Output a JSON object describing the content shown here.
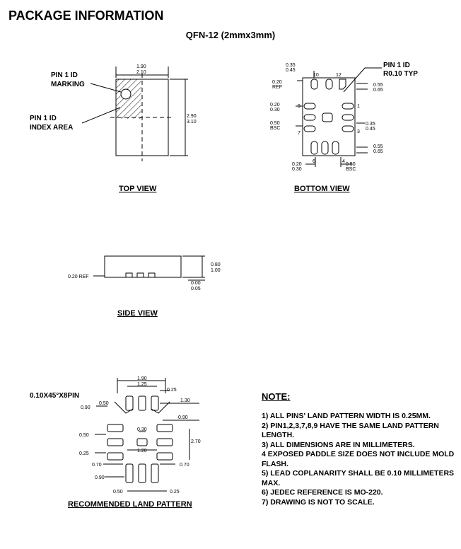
{
  "title": "PACKAGE INFORMATION",
  "package": "QFN-12 (2mmx3mm)",
  "top_view": {
    "title": "TOP VIEW",
    "pin1_marking": [
      "PIN 1 ID",
      "MARKING"
    ],
    "pin1_index": [
      "PIN 1 ID",
      "INDEX AREA"
    ],
    "width_dims": [
      "1.90",
      "2.10"
    ],
    "height_dims": [
      "2.90",
      "3.10"
    ]
  },
  "bottom_view": {
    "title": "BOTTOM VIEW",
    "pin1_label": [
      "PIN 1 ID",
      "R0.10 TYP"
    ],
    "dims": {
      "top_pad": [
        "0.35",
        "0.45"
      ],
      "ref": [
        "0.20",
        "REF"
      ],
      "pitch_left": [
        "0.20",
        "0.30"
      ],
      "bsc_left": [
        "0.50",
        "BSC"
      ],
      "right_top": [
        "0.55",
        "0.65"
      ],
      "right_mid": [
        "0.35",
        "0.45"
      ],
      "right_bot": [
        "0.55",
        "0.65"
      ],
      "bottom_left": [
        "0.20",
        "0.30"
      ],
      "bottom_right": [
        "0.50",
        "BSC"
      ]
    },
    "pins": {
      "p10": "10",
      "p12": "12",
      "p9": "9",
      "p1": "1",
      "p7": "7",
      "p3": "3",
      "p6": "6",
      "p4": "4"
    }
  },
  "side_view": {
    "title": "SIDE VIEW",
    "ref": "0.20  REF",
    "height": [
      "0.80",
      "1.00"
    ],
    "standoff": [
      "0.00",
      "0.05"
    ]
  },
  "land_pattern": {
    "title": "RECOMMENDED LAND PATTERN",
    "chamfer": "0.10X45°X8PIN",
    "dims": {
      "w190": "1.90",
      "w125": "1.25",
      "d025_top": "0.25",
      "d050_top": "0.50",
      "d130": "1.30",
      "d090_left": "0.90",
      "d090_right": "0.90",
      "d050_left": "0.50",
      "d030": "0.30",
      "d025_left": "0.25",
      "d120": "1.20",
      "d270": "2.70",
      "d070_left": "0.70",
      "d070_right": "0.70",
      "d090_bottom": "0.90",
      "d050_bottom": "0.50",
      "d025_bottom": "0.25"
    }
  },
  "notes": {
    "heading": "NOTE:",
    "items": [
      "1) ALL PINS' LAND PATTERN WIDTH IS 0.25MM.",
      "2) PIN1,2,3,7,8,9 HAVE THE SAME LAND PATTERN LENGTH.",
      "3) ALL DIMENSIONS ARE IN MILLIMETERS.",
      "4 EXPOSED PADDLE SIZE DOES NOT INCLUDE MOLD FLASH.",
      "5) LEAD COPLANARITY SHALL BE 0.10 MILLIMETERS MAX.",
      "6) JEDEC REFERENCE IS MO-220.",
      "7) DRAWING IS NOT TO SCALE."
    ]
  }
}
